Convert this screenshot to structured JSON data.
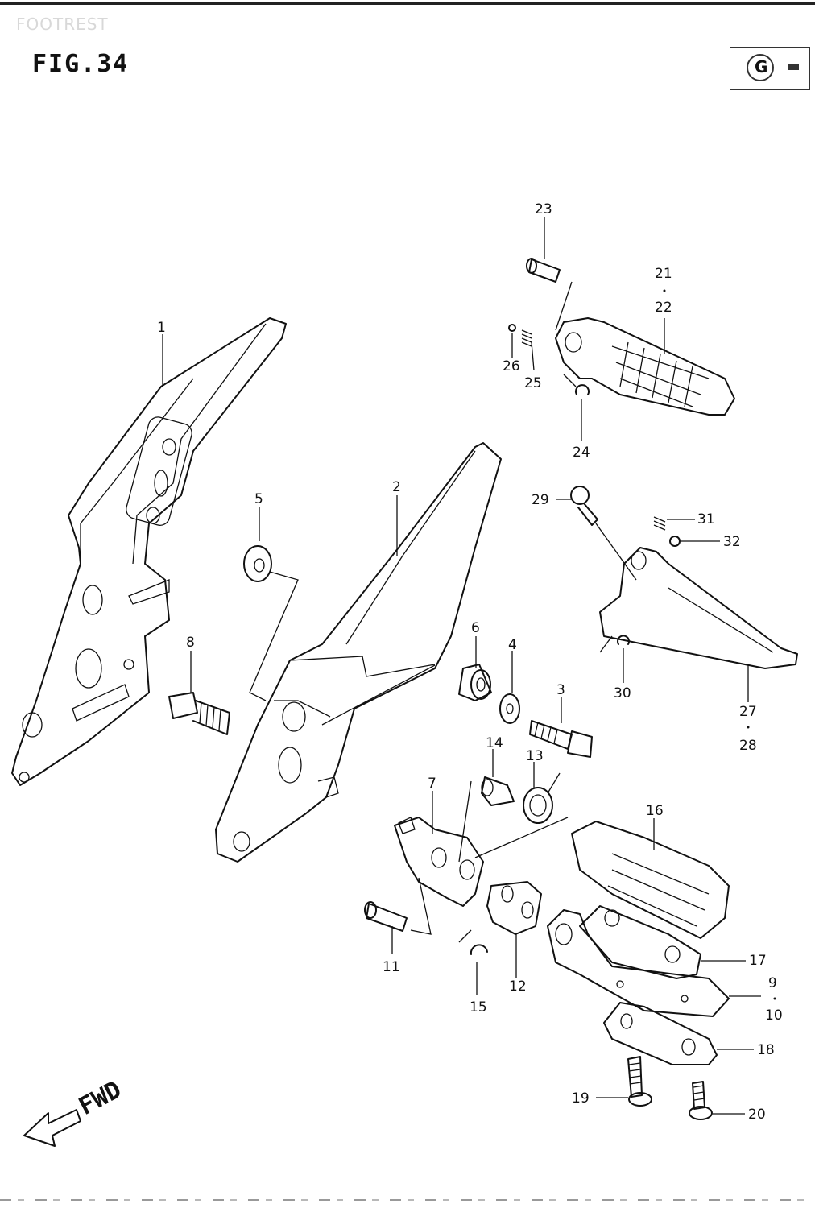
{
  "header": {
    "section_title": "FOOTREST",
    "figure_title": "FIG.34",
    "badge_letter": "G"
  },
  "direction_label": "FWD",
  "callouts": [
    {
      "id": "c1",
      "label": "1"
    },
    {
      "id": "c2",
      "label": "2"
    },
    {
      "id": "c3",
      "label": "3"
    },
    {
      "id": "c4",
      "label": "4"
    },
    {
      "id": "c5",
      "label": "5"
    },
    {
      "id": "c6",
      "label": "6"
    },
    {
      "id": "c7",
      "label": "7"
    },
    {
      "id": "c8",
      "label": "8"
    },
    {
      "id": "c9",
      "label": "9"
    },
    {
      "id": "c10",
      "label": "10"
    },
    {
      "id": "c11",
      "label": "11"
    },
    {
      "id": "c12",
      "label": "12"
    },
    {
      "id": "c13",
      "label": "13"
    },
    {
      "id": "c14",
      "label": "14"
    },
    {
      "id": "c15",
      "label": "15"
    },
    {
      "id": "c16",
      "label": "16"
    },
    {
      "id": "c17",
      "label": "17"
    },
    {
      "id": "c18",
      "label": "18"
    },
    {
      "id": "c19",
      "label": "19"
    },
    {
      "id": "c20",
      "label": "20"
    },
    {
      "id": "c21",
      "label": "21"
    },
    {
      "id": "c22",
      "label": "22"
    },
    {
      "id": "c23",
      "label": "23"
    },
    {
      "id": "c24",
      "label": "24"
    },
    {
      "id": "c25",
      "label": "25"
    },
    {
      "id": "c26",
      "label": "26"
    },
    {
      "id": "c27",
      "label": "27"
    },
    {
      "id": "c28",
      "label": "28"
    },
    {
      "id": "c29",
      "label": "29"
    },
    {
      "id": "c30",
      "label": "30"
    },
    {
      "id": "c31",
      "label": "31"
    },
    {
      "id": "c32",
      "label": "32"
    }
  ]
}
